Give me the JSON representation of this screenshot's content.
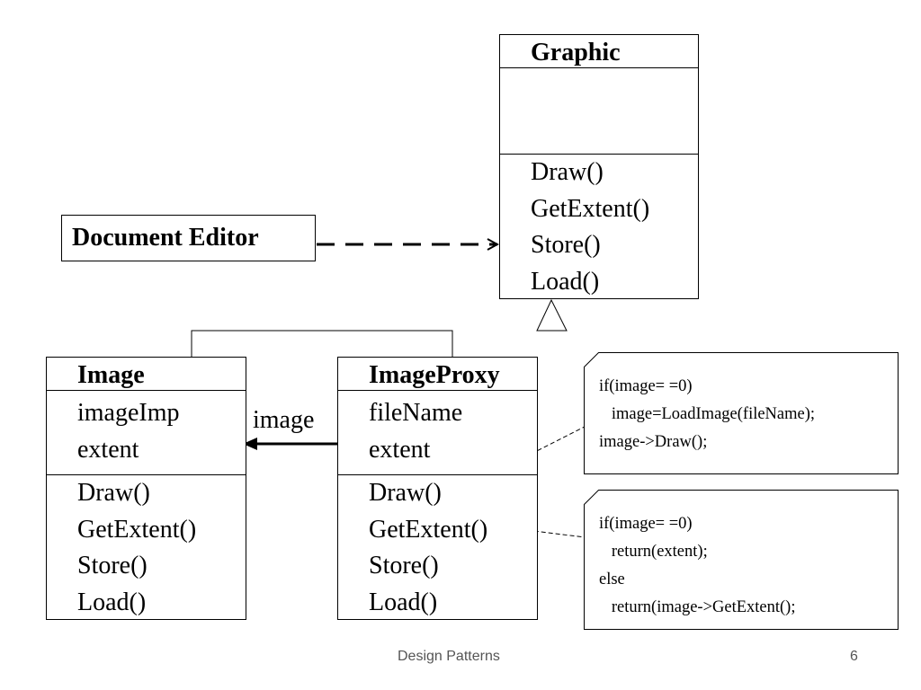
{
  "classes": {
    "graphic": {
      "title": "Graphic",
      "attributes": [],
      "operations": [
        "Draw()",
        "GetExtent()",
        "Store()",
        "Load()"
      ]
    },
    "image": {
      "title": "Image",
      "attributes": [
        "imageImp",
        "extent"
      ],
      "operations": [
        "Draw()",
        "GetExtent()",
        "Store()",
        "Load()"
      ]
    },
    "image_proxy": {
      "title": "ImageProxy",
      "attributes": [
        "fileName",
        "extent"
      ],
      "operations": [
        "Draw()",
        "GetExtent()",
        "Store()",
        "Load()"
      ]
    }
  },
  "document_editor": {
    "label": "Document Editor"
  },
  "association": {
    "label": "image"
  },
  "notes": {
    "draw_note": {
      "lines": [
        "if(image= =0)",
        "   image=LoadImage(fileName);",
        "image->Draw();"
      ]
    },
    "extent_note": {
      "lines": [
        "if(image= =0)",
        "   return(extent);",
        "else",
        "   return(image->GetExtent();"
      ]
    }
  },
  "footer": {
    "title": "Design Patterns",
    "page_number": "6"
  }
}
